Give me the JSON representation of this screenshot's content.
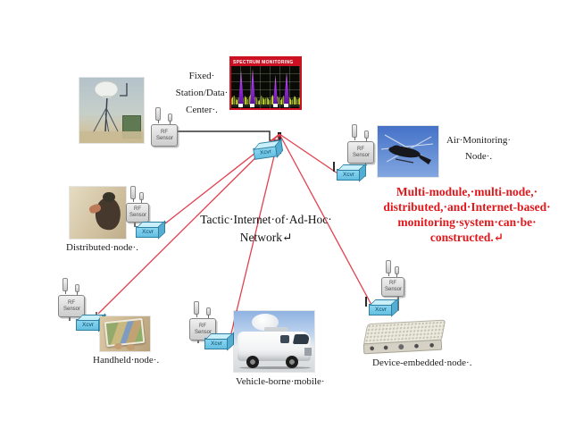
{
  "title": {
    "lines": [
      "Tactic·Internet·of·Ad-Hoc·",
      "Network↵"
    ]
  },
  "annotation": {
    "lines": [
      "Multi-module,·multi-node,·",
      "distributed,·and·Internet-based·",
      "monitoring·system·can·be·",
      "constructed.↵"
    ]
  },
  "components": {
    "rf_sensor": "RF Sensor",
    "xcvr": "Xcvr"
  },
  "spectrum": {
    "title": "SPECTRUM MONITORING"
  },
  "nodes": {
    "fixed_station": {
      "label_lines": [
        "Fixed·",
        "Station/Data·",
        "Center·."
      ]
    },
    "air_monitoring": {
      "label_lines": [
        "Air·Monitoring·",
        "Node·."
      ]
    },
    "distributed": {
      "label": "Distributed·node·."
    },
    "handheld": {
      "label": "Handheld·node·."
    },
    "vehicle": {
      "label": "Vehicle-borne·mobile·"
    },
    "device_embedded": {
      "label": "Device-embedded·node·."
    }
  },
  "colors": {
    "annotation_red": "#e0181c",
    "link_red": "#e2404e",
    "xcvr_blue": "#8ed7f3",
    "spectrum_red": "#cc1122"
  }
}
